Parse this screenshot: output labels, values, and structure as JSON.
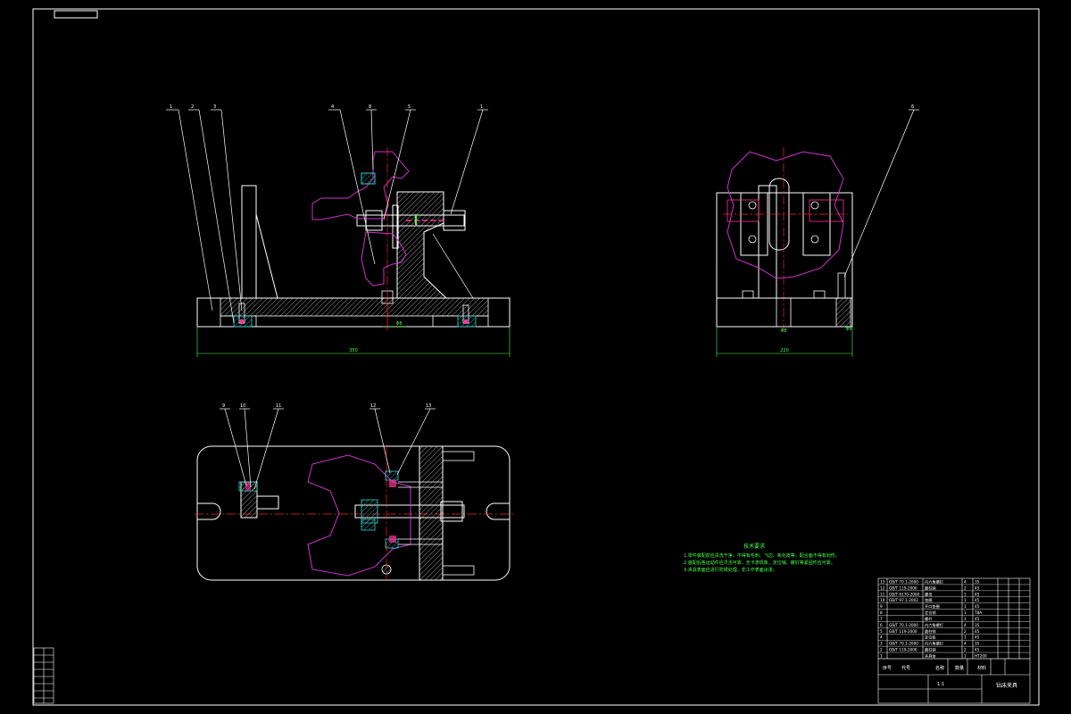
{
  "drawing": {
    "views": [
      "front-section",
      "side-view",
      "top-view"
    ],
    "balloons_front": [
      "1",
      "2",
      "3",
      "4",
      "8",
      "5",
      "1"
    ],
    "balloons_side": [
      "6"
    ],
    "balloons_top": [
      "9",
      "10",
      "11",
      "12",
      "13"
    ],
    "dimensions": {
      "front_overall": "350",
      "front_small": "Φ8",
      "side_overall": "220",
      "side_small": "Φ8",
      "side_small2": "Φ8"
    },
    "tech_requirements": {
      "title": "技术要求",
      "lines": [
        "1.零件装配前应清洗干净，不得有毛刺、飞边、氧化皮等，配合面不得有划伤。",
        "2.装配后各运动件应灵活可靠，无卡滞现象，定位销、螺钉等紧固件应可靠。",
        "3.夹具表面应进行防锈处理，非工作表面涂漆。"
      ]
    },
    "bom_rows": [
      {
        "no": "13",
        "code": "GB/T 70.1-2000",
        "name": "内六角螺钉",
        "qty": "4",
        "mat": "35"
      },
      {
        "no": "12",
        "code": "GB/T 119-2000",
        "name": "圆柱销",
        "qty": "2",
        "mat": "45"
      },
      {
        "no": "11",
        "code": "GB/T 6170-2000",
        "name": "螺母",
        "qty": "1",
        "mat": "45"
      },
      {
        "no": "10",
        "code": "GB/T 97.1-2002",
        "name": "垫圈",
        "qty": "1",
        "mat": "45"
      },
      {
        "no": "9",
        "code": "",
        "name": "开口垫圈",
        "qty": "1",
        "mat": "45"
      },
      {
        "no": "8",
        "code": "",
        "name": "定位销",
        "qty": "1",
        "mat": "T8A"
      },
      {
        "no": "7",
        "code": "",
        "name": "螺杆",
        "qty": "1",
        "mat": "45"
      },
      {
        "no": "6",
        "code": "GB/T 70.1-2000",
        "name": "内六角螺钉",
        "qty": "4",
        "mat": "35"
      },
      {
        "no": "5",
        "code": "GB/T 119-2000",
        "name": "圆柱销",
        "qty": "2",
        "mat": "45"
      },
      {
        "no": "4",
        "code": "",
        "name": "定位板",
        "qty": "1",
        "mat": "45"
      },
      {
        "no": "3",
        "code": "GB/T 70.1-2000",
        "name": "内六角螺钉",
        "qty": "4",
        "mat": "35"
      },
      {
        "no": "2",
        "code": "GB/T 119-2000",
        "name": "圆柱销",
        "qty": "2",
        "mat": "45"
      },
      {
        "no": "1",
        "code": "",
        "name": "夹具体",
        "qty": "1",
        "mat": "HT200"
      }
    ],
    "title_block": {
      "header_no": "序号",
      "header_code": "代号",
      "header_name": "名称",
      "header_qty": "数量",
      "header_mat": "材料",
      "drawing_name": "钻床夹具",
      "scale": "1:1"
    },
    "colors": {
      "background": "#000000",
      "frame": "#ffffff",
      "part": "#ffffff",
      "hatch": "#ffffff",
      "workpiece": "#cc33cc",
      "center": "#ff2020",
      "dimension": "#4dff4d",
      "cyan": "#33cccc",
      "pink": "#ff3399"
    }
  }
}
